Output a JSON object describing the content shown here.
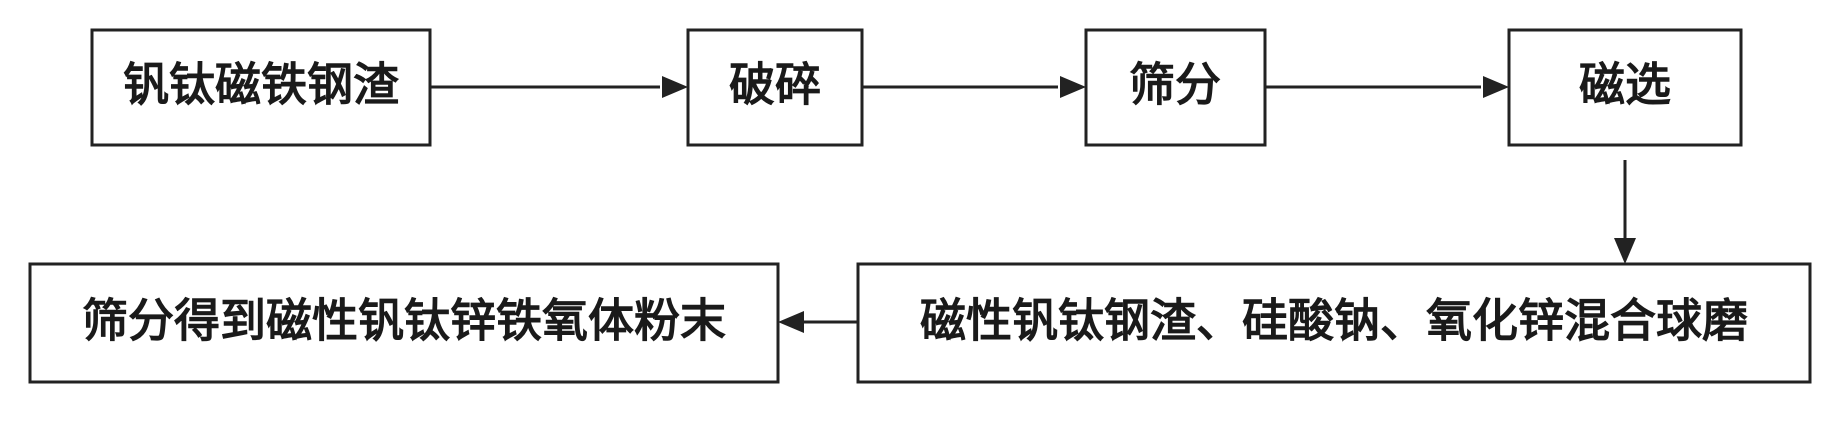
{
  "nodes": [
    {
      "id": "n1",
      "label": "钒钛磁铁钢渣"
    },
    {
      "id": "n2",
      "label": "破碎"
    },
    {
      "id": "n3",
      "label": "筛分"
    },
    {
      "id": "n4",
      "label": "磁选"
    },
    {
      "id": "n5",
      "label": "磁性钒钛钢渣、硅酸钠、氧化锌混合球磨"
    },
    {
      "id": "n6",
      "label": "筛分得到磁性钒钛锌铁氧体粉末"
    }
  ],
  "edges": [
    {
      "from": "n1",
      "to": "n2"
    },
    {
      "from": "n2",
      "to": "n3"
    },
    {
      "from": "n3",
      "to": "n4"
    },
    {
      "from": "n4",
      "to": "n5"
    },
    {
      "from": "n5",
      "to": "n6"
    }
  ]
}
